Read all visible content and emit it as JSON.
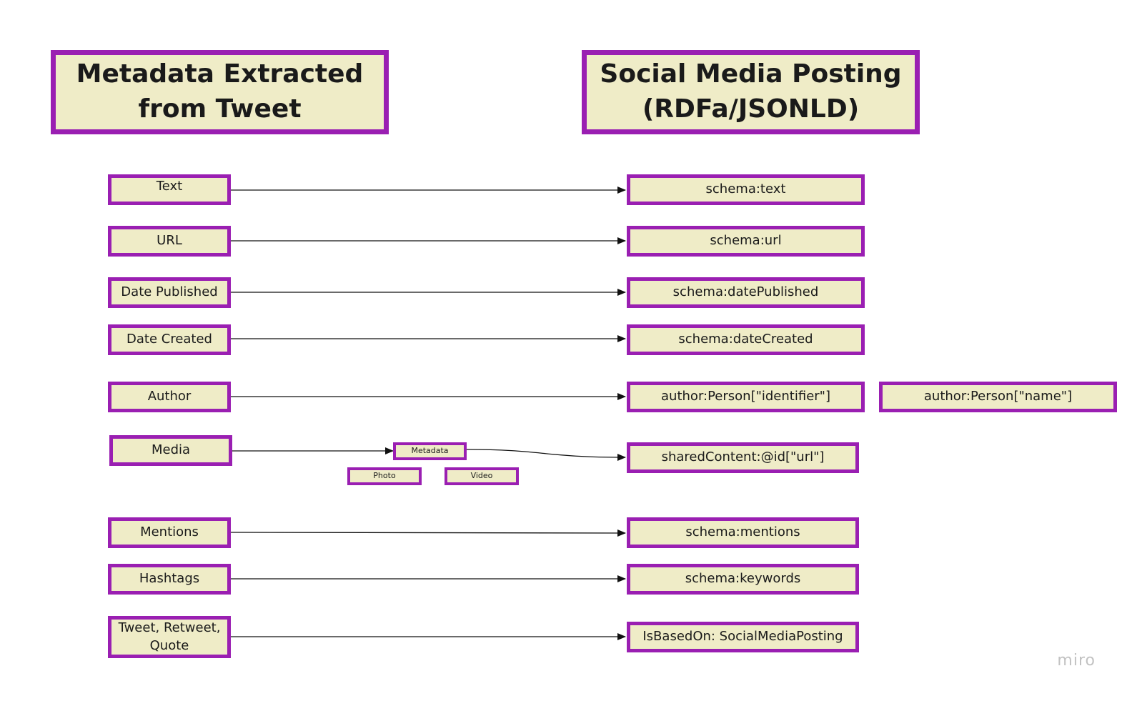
{
  "titles": {
    "left": "Metadata Extracted\nfrom Tweet",
    "right": "Social Media Posting\n(RDFa/JSONLD)"
  },
  "sources": {
    "text": "Text",
    "url": "URL",
    "date_published": "Date Published",
    "date_created": "Date Created",
    "author": "Author",
    "media": "Media",
    "mentions": "Mentions",
    "hashtags": "Hashtags",
    "tweet_type": "Tweet, Retweet,\nQuote"
  },
  "media": {
    "metadata": "Metadata",
    "photo": "Photo",
    "video": "Video"
  },
  "targets": {
    "text": "schema:text",
    "url": "schema:url",
    "date_published": "schema:datePublished",
    "date_created": "schema:dateCreated",
    "author_identifier": "author:Person[\"identifier\"]",
    "author_name": "author:Person[\"name\"]",
    "shared_content": "sharedContent:@id[\"url\"]",
    "mentions": "schema:mentions",
    "keywords": "schema:keywords",
    "is_based_on": "IsBasedOn: SocialMediaPosting"
  },
  "watermark": "miro",
  "colors": {
    "box_fill": "#efecc7",
    "box_border": "#9a1fb2",
    "connector": "#111111"
  }
}
